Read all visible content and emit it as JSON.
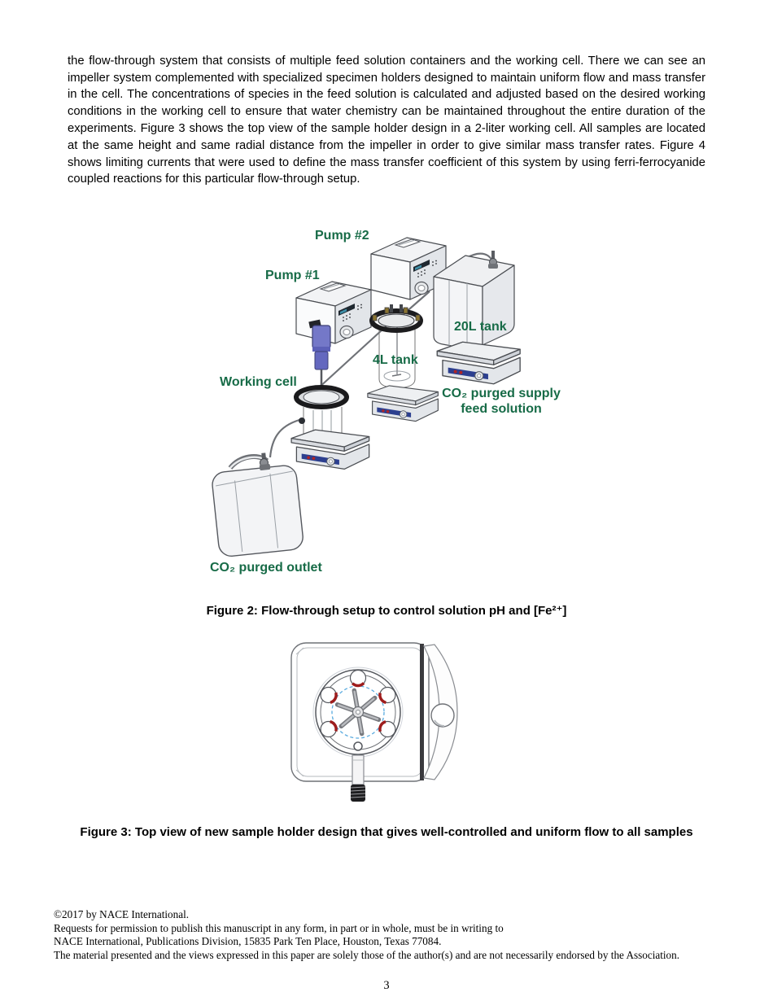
{
  "page": {
    "number": "3",
    "body_paragraph": "the flow-through system that consists of multiple feed solution containers and the working cell. There we can see an impeller system complemented with specialized specimen holders designed to maintain uniform flow and mass transfer in the cell. The concentrations of species in the feed solution is calculated and adjusted based on the desired working conditions in the working cell to ensure that water chemistry can be maintained throughout the entire duration of the experiments. Figure 3 shows the top view of the sample holder design in a 2-liter working cell. All samples are located at the same height and same radial distance from the impeller in order to give similar mass transfer rates. Figure 4 shows limiting currents that were used to define the mass transfer coefficient of this system by using ferri-ferrocyanide coupled reactions for this particular flow-through setup.",
    "footer": {
      "line1": "©2017 by NACE International.",
      "line2": "Requests for permission to publish this manuscript in any form, in part or in whole, must be in writing to",
      "line3": "NACE International, Publications Division, 15835 Park Ten Place, Houston, Texas 77084.",
      "line4": "The material presented and the views expressed in this paper are solely those of the author(s) and are not necessarily endorsed by the Association."
    }
  },
  "figure2": {
    "caption": "Figure 2: Flow-through setup to control solution pH and [Fe²⁺]",
    "labels": {
      "pump2": "Pump #2",
      "pump1": "Pump #1",
      "tank20": "20L tank",
      "tank4": "4L tank",
      "working_cell": "Working cell",
      "supply_line1": "CO₂ purged supply",
      "supply_line2": "feed solution",
      "outlet": "CO₂ purged outlet"
    }
  },
  "figure3": {
    "caption": "Figure 3: Top view of new sample holder design that gives well-controlled and uniform flow to all samples"
  },
  "colors": {
    "figure_label_green": "#176b47",
    "motor_purple": "#7478c8",
    "sample_mark_red": "#9e1d1d",
    "guide_circle_blue": "#5aabdf",
    "balance_panel_navy": "#2c3f8f",
    "balance_button_red": "#b02525"
  }
}
